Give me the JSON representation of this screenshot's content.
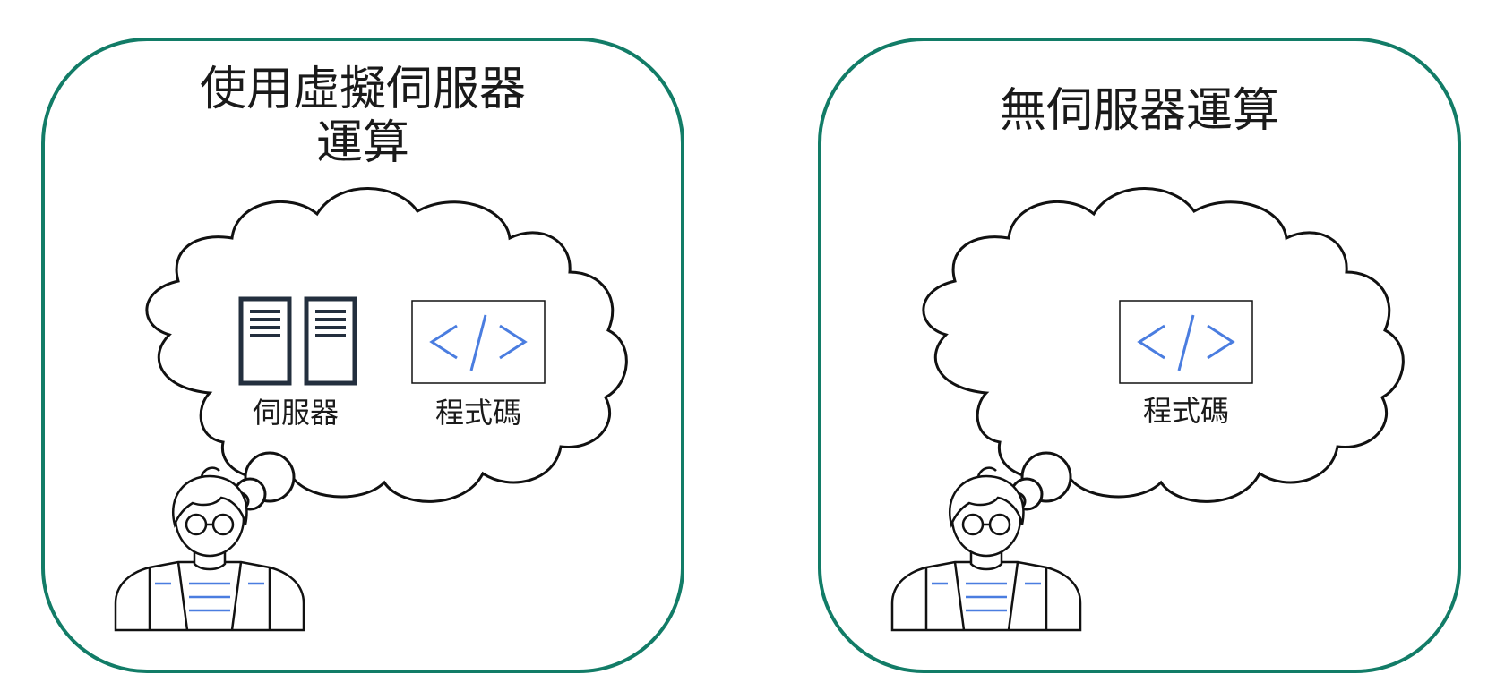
{
  "colors": {
    "panel_border": "#127c67",
    "outline": "#111111",
    "code_symbol": "#4a7de0",
    "shirt_stripe": "#4a7de0"
  },
  "panels": [
    {
      "title_lines": [
        "使用虛擬伺服器",
        "運算"
      ],
      "items": [
        {
          "icon": "server-rack-icon",
          "label": "伺服器"
        },
        {
          "icon": "code-icon",
          "label": "程式碼"
        }
      ]
    },
    {
      "title_lines": [
        "無伺服器運算"
      ],
      "items": [
        {
          "icon": "code-icon",
          "label": "程式碼"
        }
      ]
    }
  ]
}
